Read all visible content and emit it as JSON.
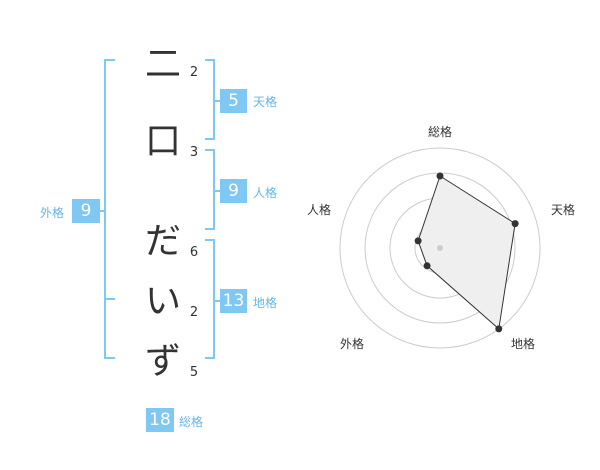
{
  "name": {
    "chars": [
      "二",
      "口",
      "だ",
      "い",
      "ず"
    ],
    "strokes": [
      "2",
      "3",
      "6",
      "2",
      "5"
    ]
  },
  "kakusu": {
    "tenkaku": {
      "label": "天格",
      "value": "5"
    },
    "jinkaku": {
      "label": "人格",
      "value": "9"
    },
    "chikaku": {
      "label": "地格",
      "value": "13"
    },
    "gaikaku": {
      "label": "外格",
      "value": "9"
    },
    "soukaku": {
      "label": "総格",
      "value": "18"
    }
  },
  "radar": {
    "axes": [
      "総格",
      "天格",
      "地格",
      "外格",
      "人格"
    ],
    "values": [
      0.72,
      0.79,
      1.0,
      0.22,
      0.23
    ],
    "colors": {
      "fill": "#efefef",
      "stroke": "#333333",
      "grid": "#cccccc",
      "bracket": "#80c8f4"
    }
  }
}
